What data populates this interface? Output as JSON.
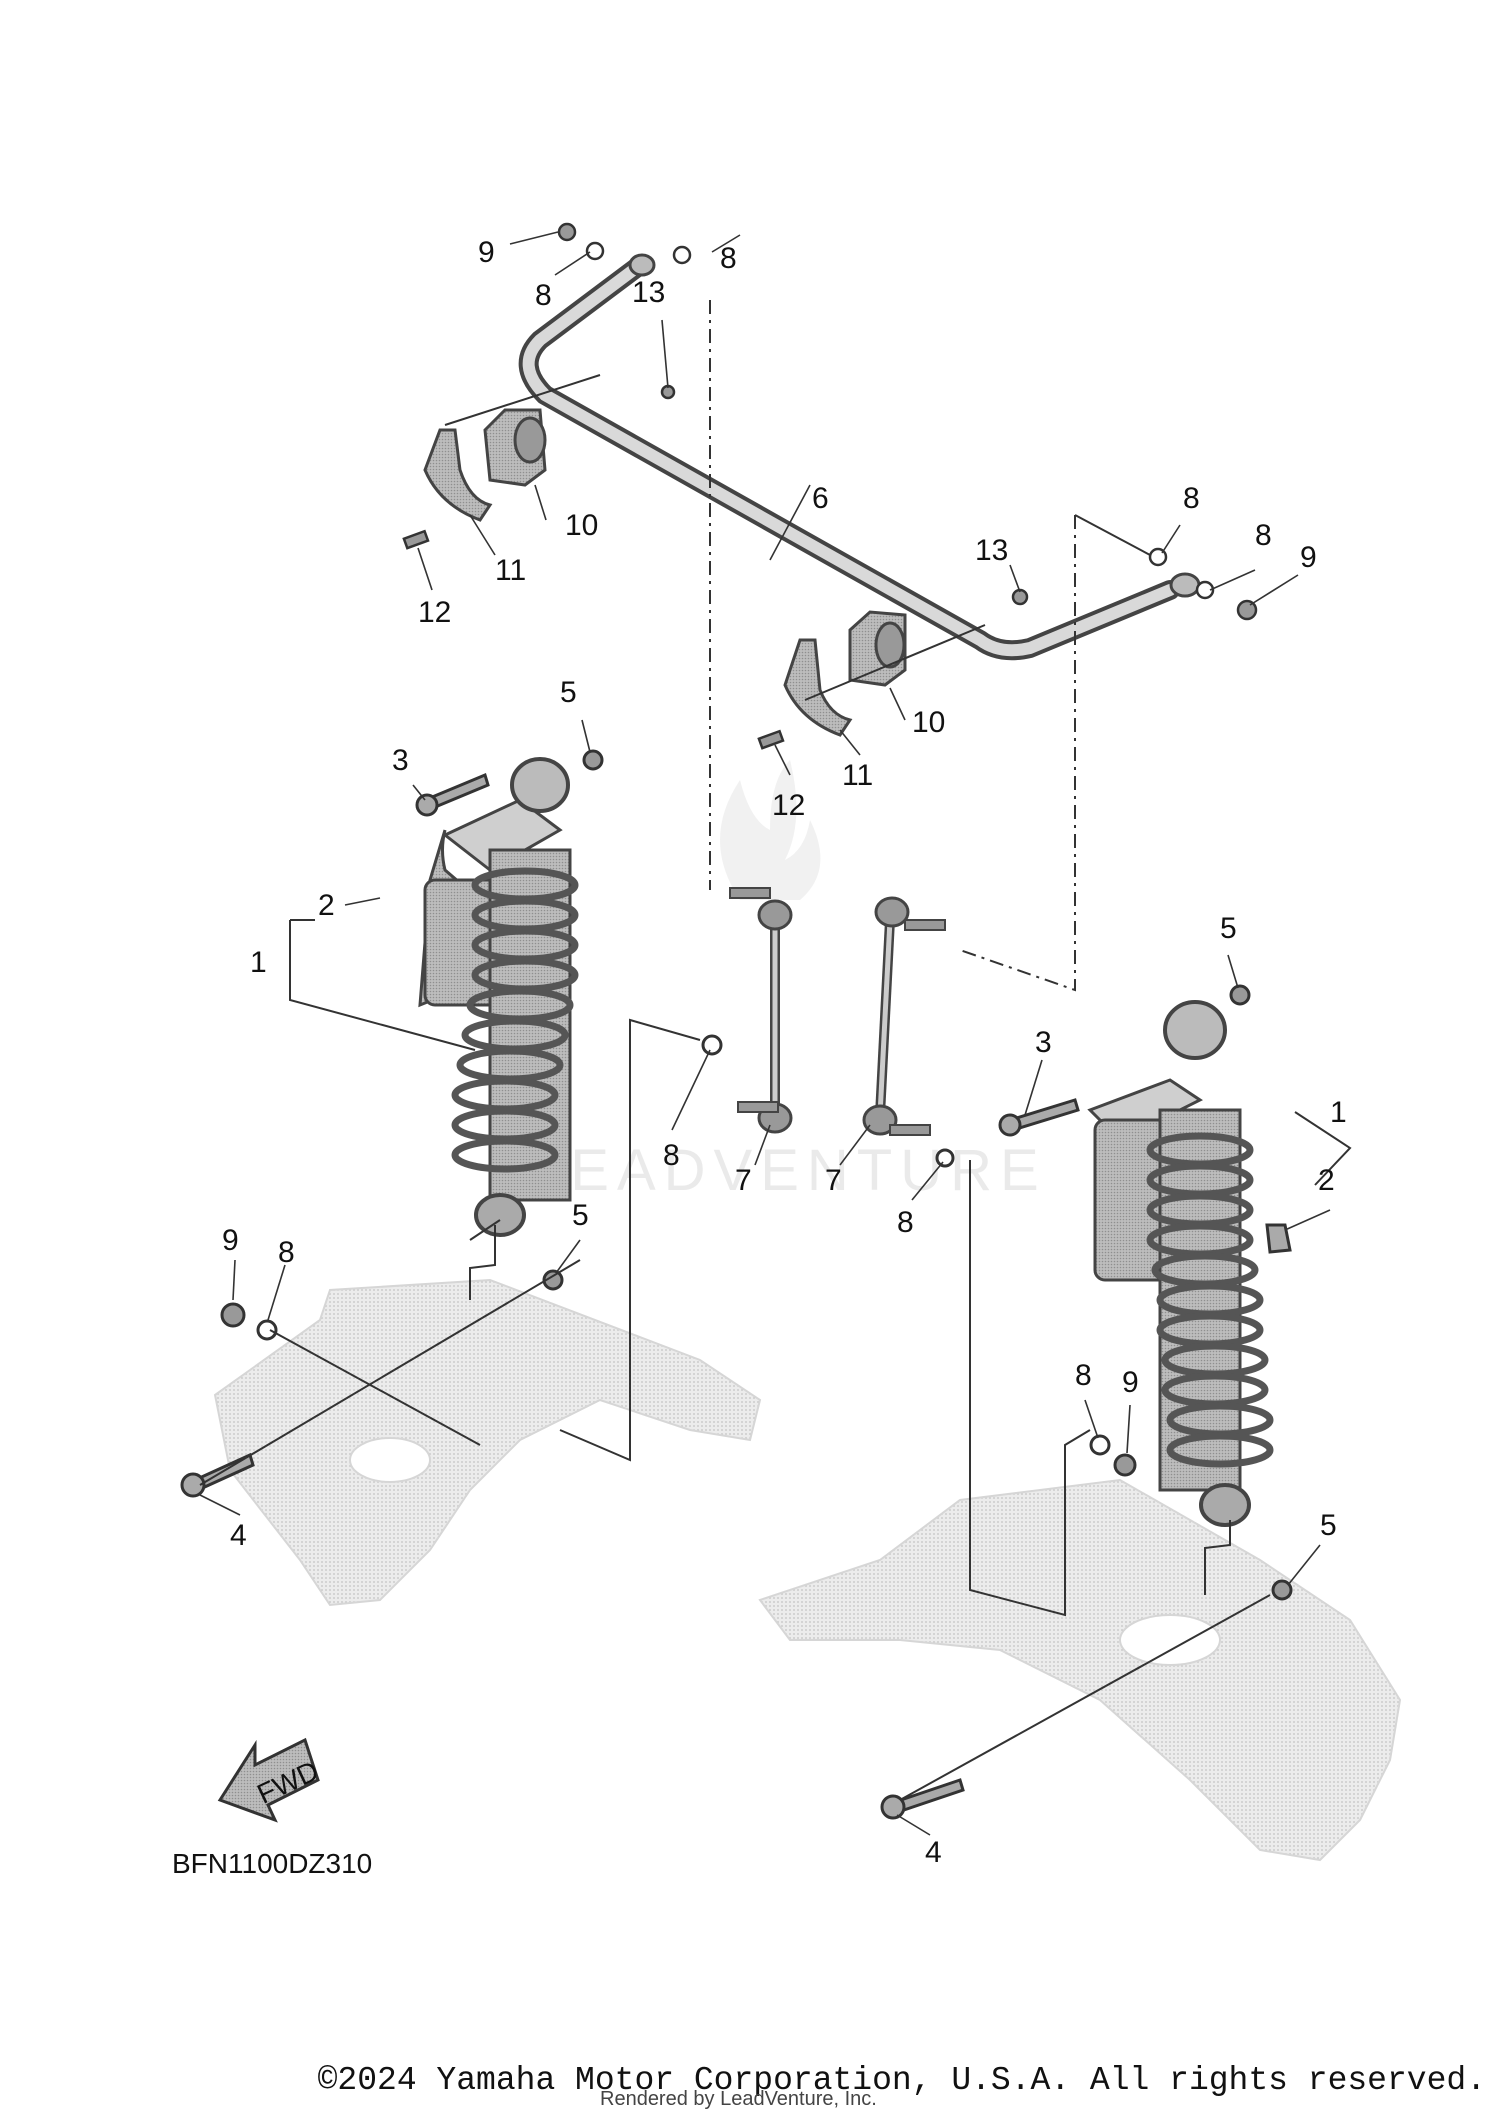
{
  "diagram": {
    "callouts": [
      "1",
      "2",
      "3",
      "4",
      "5",
      "6",
      "7",
      "8",
      "9",
      "10",
      "11",
      "12",
      "13"
    ],
    "diagram_code": "BFN1100DZ310",
    "fwd_arrow_label": "FWD",
    "watermark": "LEADVENTURE",
    "copyright": "©2024 Yamaha Motor Corporation, U.S.A. All rights reserved.",
    "render_credit": "Rendered by LeadVenture, Inc."
  }
}
